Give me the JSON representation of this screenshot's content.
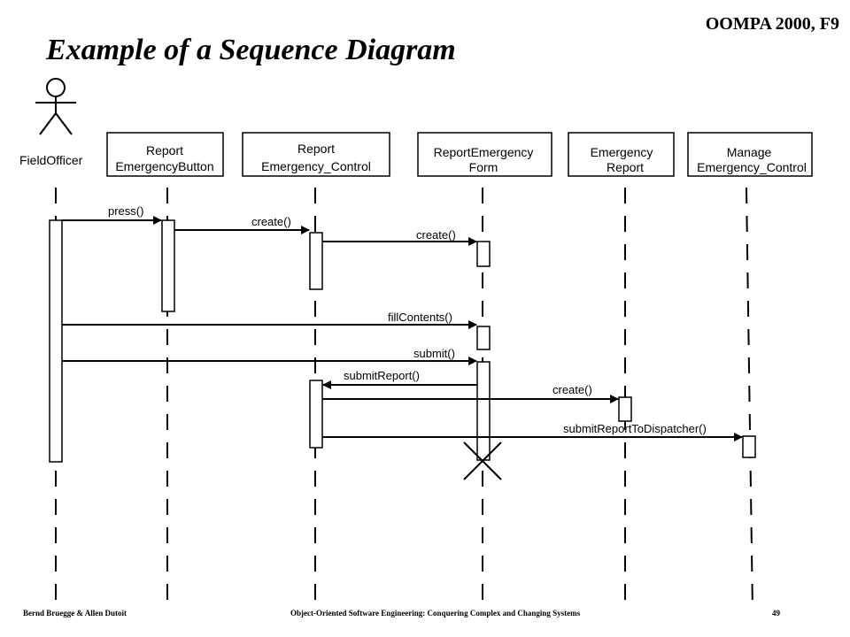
{
  "header": {
    "course": "OOMPA 2000, F9"
  },
  "title": "Example of a Sequence Diagram",
  "actor": {
    "label": "FieldOfficer"
  },
  "objects": [
    {
      "line1": "Report",
      "line2": "EmergencyButton"
    },
    {
      "line1": "Report",
      "line2": "Emergency_Control"
    },
    {
      "line1": "ReportEmergency",
      "line2": "Form"
    },
    {
      "line1": "Emergency",
      "line2": "Report"
    },
    {
      "line1": "Manage",
      "line2": "Emergency_Control"
    }
  ],
  "messages": [
    "press()",
    "create()",
    "create()",
    "fillContents()",
    "submit()",
    "submitReport()",
    "create()",
    "submitReportToDispatcher()"
  ],
  "footer": {
    "authors": "Bernd Bruegge & Allen Dutoit",
    "book": "Object-Oriented Software Engineering: Conquering Complex and Changing Systems",
    "page": "49"
  }
}
